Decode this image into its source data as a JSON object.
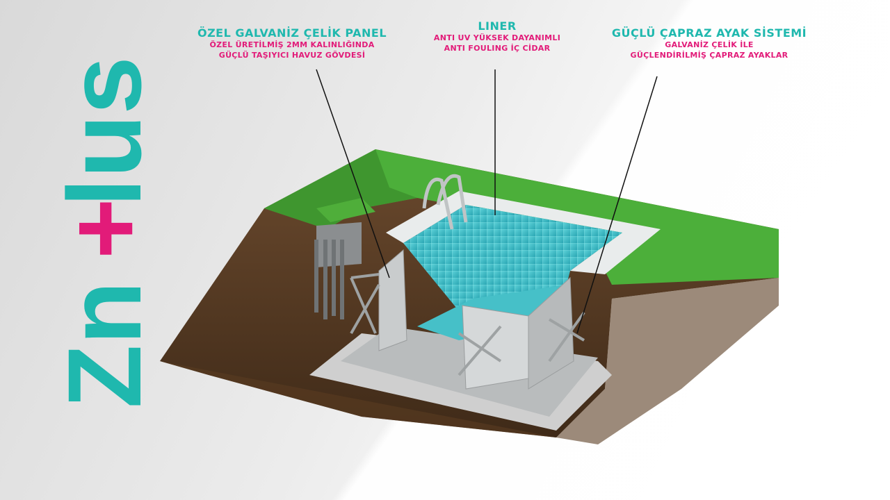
{
  "brand": {
    "logo_text": "ZnPlus",
    "colors": {
      "teal": "#1fb8ae",
      "magenta": "#e21b79"
    }
  },
  "callouts": [
    {
      "title": "ÖZEL GALVANİZ ÇELİK PANEL",
      "lines": [
        "ÖZEL ÜRETİLMİŞ 2MM KALINLIĞINDA",
        "GÜÇLÜ TAŞIYICI HAVUZ GÖVDESİ"
      ]
    },
    {
      "title": "LINER",
      "lines": [
        "ANTI UV YÜKSEK DAYANIMLI",
        "ANTI FOULING İÇ CİDAR"
      ]
    },
    {
      "title": "GÜÇLÜ ÇAPRAZ AYAK SİSTEMİ",
      "lines": [
        "GALVANİZ ÇELİK İLE",
        "GÜÇLENDİRİLMİŞ ÇAPRAZ AYAKLAR"
      ]
    }
  ]
}
